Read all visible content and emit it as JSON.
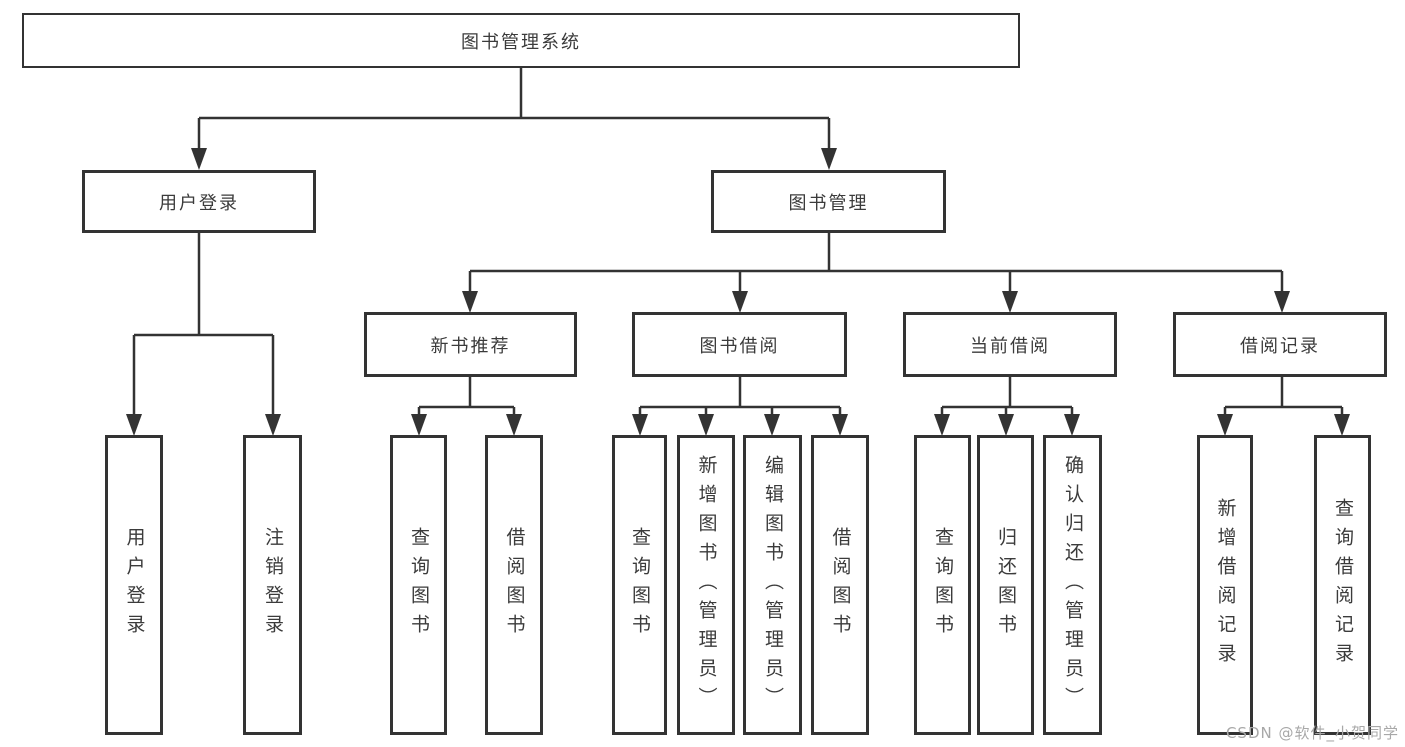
{
  "diagram": {
    "title": "图书管理系统",
    "watermark": "CSDN @软件_小贺同学",
    "colors": {
      "line": "#333333",
      "text": "#3b3b3b",
      "watermark": "#a8a8a8",
      "box_bg": "#ffffff"
    },
    "nodes": {
      "root": {
        "label": "图书管理系统",
        "parent": null
      },
      "user_login": {
        "label": "用户登录",
        "parent": "root"
      },
      "book_mgmt": {
        "label": "图书管理",
        "parent": "root"
      },
      "login": {
        "label": "用户登录",
        "parent": "user_login"
      },
      "logout": {
        "label": "注销登录",
        "parent": "user_login"
      },
      "new_book_rec": {
        "label": "新书推荐",
        "parent": "book_mgmt"
      },
      "book_borrow": {
        "label": "图书借阅",
        "parent": "book_mgmt"
      },
      "current_borrow": {
        "label": "当前借阅",
        "parent": "book_mgmt"
      },
      "borrow_record": {
        "label": "借阅记录",
        "parent": "book_mgmt"
      },
      "nbr_query_book": {
        "label": "查询图书",
        "parent": "new_book_rec"
      },
      "nbr_borrow_book": {
        "label": "借阅图书",
        "parent": "new_book_rec"
      },
      "bb_query_book": {
        "label": "查询图书",
        "parent": "book_borrow"
      },
      "bb_add_book": {
        "label": "新增图书（管理员）",
        "parent": "book_borrow"
      },
      "bb_edit_book": {
        "label": "编辑图书（管理员）",
        "parent": "book_borrow"
      },
      "bb_borrow_book": {
        "label": "借阅图书",
        "parent": "book_borrow"
      },
      "cb_query_book": {
        "label": "查询图书",
        "parent": "current_borrow"
      },
      "cb_return_book": {
        "label": "归还图书",
        "parent": "current_borrow"
      },
      "cb_confirm_return": {
        "label": "确认归还（管理员）",
        "parent": "current_borrow"
      },
      "br_add_record": {
        "label": "新增借阅记录",
        "parent": "borrow_record"
      },
      "br_query_record": {
        "label": "查询借阅记录",
        "parent": "borrow_record"
      }
    }
  }
}
